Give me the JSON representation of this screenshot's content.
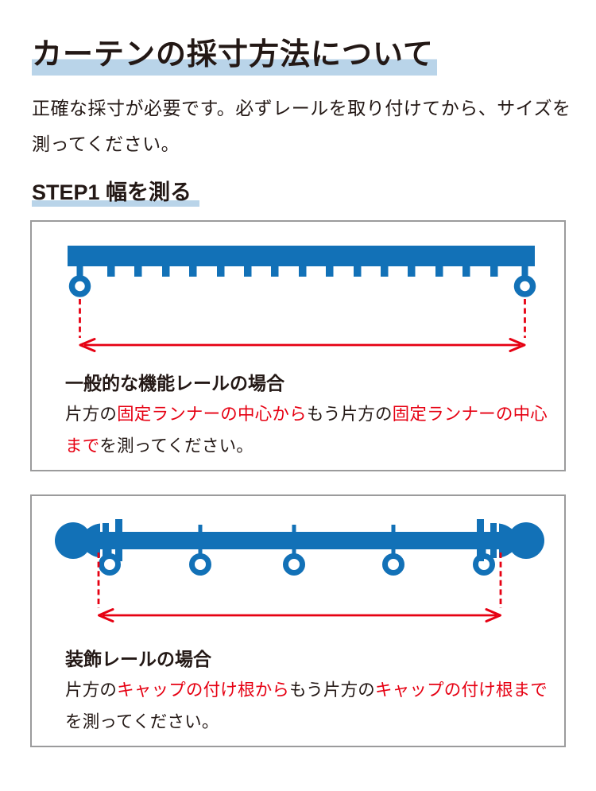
{
  "colors": {
    "blue": "#1271b7",
    "light_blue": "#b9d4e9",
    "red": "#e60012",
    "text": "#231815",
    "border": "#9b9b9c"
  },
  "page": {
    "title": "カーテンの採寸方法について",
    "intro_lines": [
      "正確な採寸が必要です。必ずレールを取り付けてから、サイズを",
      "測ってください。"
    ],
    "step1_label": "STEP1 幅を測る"
  },
  "box1": {
    "heading": "一般的な機能レールの場合",
    "desc_lines": [
      [
        {
          "t": "片方の",
          "c": "k"
        },
        {
          "t": "固定ランナーの中心から",
          "c": "r"
        },
        {
          "t": "もう片方の",
          "c": "k"
        },
        {
          "t": "固定ランナーの中心",
          "c": "r"
        }
      ],
      [
        {
          "t": "まで",
          "c": "r"
        },
        {
          "t": "を測ってください。",
          "c": "k"
        }
      ]
    ],
    "diagram": "functional-rail-with-fixed-runners-and-measurement-arrow"
  },
  "box2": {
    "heading": "装飾レールの場合",
    "desc_lines": [
      [
        {
          "t": "片方の",
          "c": "k"
        },
        {
          "t": "キャップの付け根から",
          "c": "r"
        },
        {
          "t": "もう片方の",
          "c": "k"
        },
        {
          "t": "キャップの付け根まで",
          "c": "r"
        }
      ],
      [
        {
          "t": "を測ってください。",
          "c": "k"
        }
      ]
    ],
    "diagram": "decorative-rail-with-rings-caps-and-measurement-arrow"
  }
}
